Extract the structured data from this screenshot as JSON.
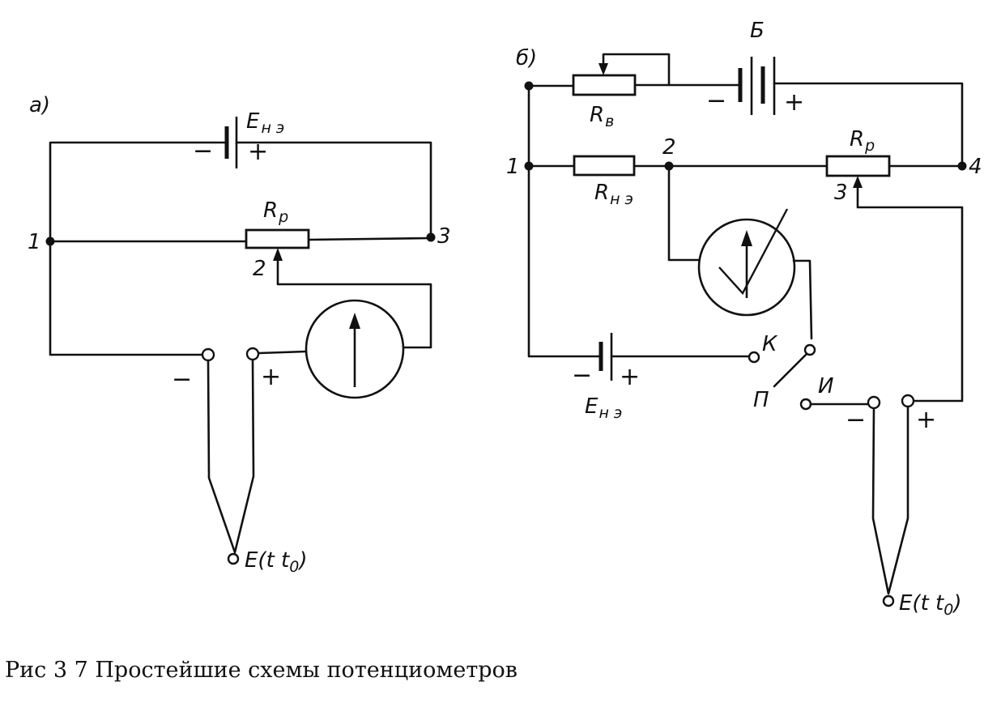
{
  "caption": "Рис 3 7 Простейшие схемы потенциометров",
  "scheme_a": {
    "tag": "а)",
    "source_label": "E",
    "source_label_sub": "н э",
    "resistor_label": "R",
    "resistor_label_sub": "р",
    "node1": "1",
    "node2": "2",
    "node3": "3",
    "minus": "−",
    "plus": "+",
    "terminal_minus": "−",
    "terminal_plus": "+",
    "thermo_label": "E(t t",
    "thermo_label_sub": "0",
    "thermo_label_end": ")"
  },
  "scheme_b": {
    "tag": "б)",
    "battery_label": "Б",
    "battery_minus": "−",
    "battery_plus": "+",
    "rheostat_label": "R",
    "rheostat_label_sub": "в",
    "normal_res_label": "R",
    "normal_res_label_sub": "н э",
    "slide_res_label": "R",
    "slide_res_label_sub": "р",
    "node1": "1",
    "node2": "2",
    "node3": "3",
    "node4": "4",
    "cell_label": "E",
    "cell_label_sub": "н э",
    "cell_minus": "−",
    "cell_plus": "+",
    "switch_k": "К",
    "switch_p": "П",
    "switch_i": "И",
    "terminal_minus": "−",
    "terminal_plus": "+",
    "thermo_label": "E(t t",
    "thermo_label_sub": "0",
    "thermo_label_end": ")"
  }
}
